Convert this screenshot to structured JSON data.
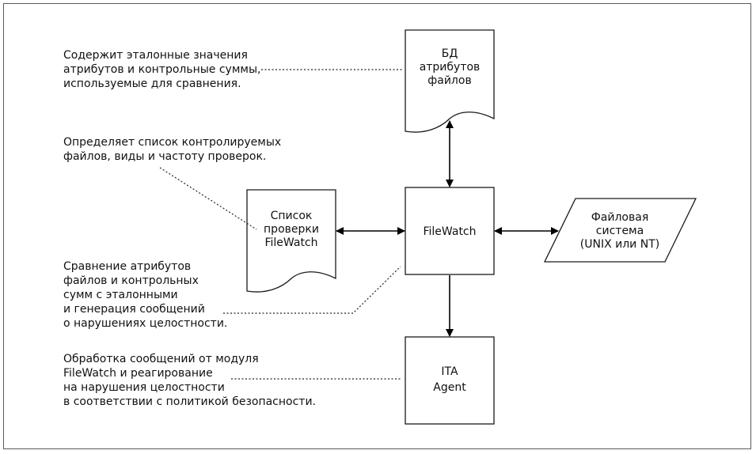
{
  "diagram": {
    "nodes": {
      "db": {
        "lines": [
          "БД",
          "атрибутов",
          "файлов"
        ]
      },
      "checklist": {
        "lines": [
          "Список",
          "проверки",
          "FileWatch"
        ]
      },
      "filewatch": {
        "label": "FileWatch"
      },
      "filesystem": {
        "lines": [
          "Файловая",
          "система",
          "(UNIX или NT)"
        ]
      },
      "agent": {
        "lines": [
          "ITA",
          "Agent"
        ]
      }
    },
    "annotations": {
      "db_note": [
        "Содержит эталонные значения",
        "атрибутов и контрольные суммы,",
        "используемые для сравнения."
      ],
      "checklist_note": [
        "Определяет список контролируемых",
        "файлов, виды и частоту проверок."
      ],
      "compare_note": [
        "Сравнение атрибутов",
        "файлов и контрольных",
        "сумм с эталонными",
        "и генерация сообщений",
        "о нарушениях целостности."
      ],
      "agent_note": [
        "Обработка сообщений от модуля",
        "FileWatch и реагирование",
        "на нарушения целостности",
        "в соответствии с политикой безопасности."
      ]
    }
  }
}
